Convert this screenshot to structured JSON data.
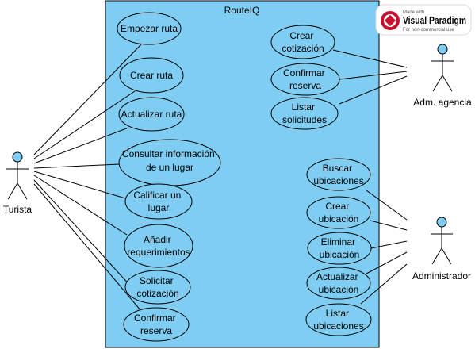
{
  "system": {
    "title": "RouteIQ",
    "fill": "#7fcdf2"
  },
  "watermark": {
    "line1": "Made with",
    "brand": "Visual Paradigm",
    "line2": "For non-commercial use",
    "accent": "#c8102e"
  },
  "actors": {
    "turista": {
      "label": "Turista"
    },
    "agencia": {
      "label": "Adm. agencia"
    },
    "administrador": {
      "label": "Administrador"
    }
  },
  "use_cases": {
    "empezar_ruta": [
      "Empezar ruta"
    ],
    "crear_ruta": [
      "Crear ruta"
    ],
    "actualizar_ruta": [
      "Actualizar ruta"
    ],
    "consultar_info": [
      "Consultar información",
      "de un lugar"
    ],
    "calificar_lugar": [
      "Calificar un",
      "lugar"
    ],
    "anadir_req": [
      "Añadir",
      "requerimientos"
    ],
    "solicitar_cot": [
      "Solicitar",
      "cotizaciòn"
    ],
    "confirmar_reserva_t": [
      "Confirmar",
      "reserva"
    ],
    "crear_cotizacion": [
      "Crear",
      "cotización"
    ],
    "confirmar_reserva_a": [
      "Confirmar",
      "reserva"
    ],
    "listar_solicitudes": [
      "Listar",
      "solicitudes"
    ],
    "buscar_ubicaciones": [
      "Buscar",
      "ubicaciones"
    ],
    "crear_ubicacion": [
      "Crear",
      "ubicación"
    ],
    "eliminar_ubicacion": [
      "Eliminar",
      "ubicación"
    ],
    "actualizar_ubicacion": [
      "Actualizar",
      "ubicación"
    ],
    "listar_ubicaciones": [
      "Listar",
      "ubicaciones"
    ]
  }
}
